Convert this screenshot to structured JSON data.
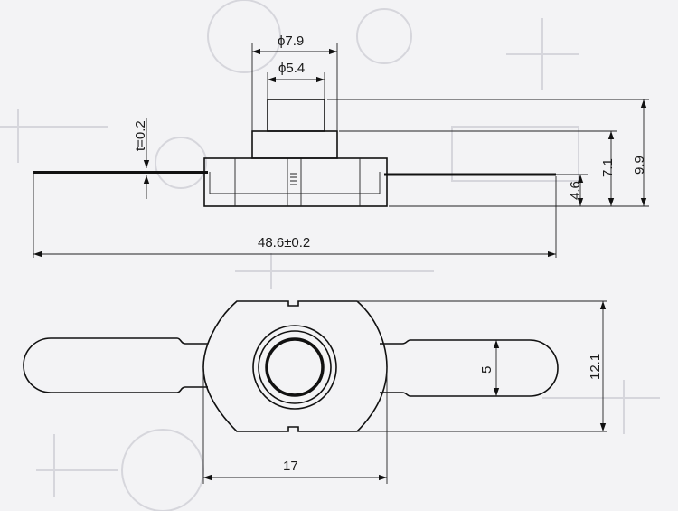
{
  "diagram": {
    "dimensions": {
      "outer_diameter": "ϕ7.9",
      "inner_diameter": "ϕ5.4",
      "thickness": "t=0.2",
      "total_length": "48.6±0.2",
      "height_overall": "9.9",
      "height_body": "7.1",
      "height_base": "4.6",
      "tab_width": "5",
      "body_height_top": "12.1",
      "body_width": "17"
    },
    "colors": {
      "line": "#111111",
      "background": "#f3f3f5",
      "ghost": "#d6d6dc"
    }
  }
}
